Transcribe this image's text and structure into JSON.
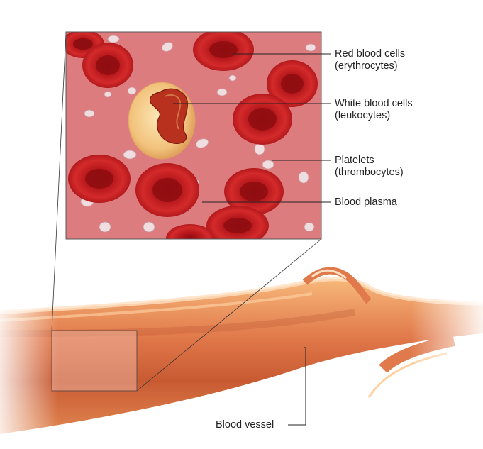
{
  "labels": {
    "red_blood_cells": {
      "line1": "Red blood cells",
      "line2": "(erythrocytes)"
    },
    "white_blood_cells": {
      "line1": "White blood cells",
      "line2": "(leukocytes)"
    },
    "platelets": {
      "line1": "Platelets",
      "line2": "(thrombocytes)"
    },
    "blood_plasma": {
      "line1": "Blood plasma"
    },
    "blood_vessel": {
      "line1": "Blood vessel"
    }
  },
  "colors": {
    "plasma": "#dd7c7e",
    "rbc": "#c8181c",
    "rbc_dark": "#8e0d10",
    "wbc": "#f5d08a",
    "wbc_nucleus": "#b8301e",
    "platelet": "#f0dde0",
    "vessel_outer": "#f4a464",
    "vessel_inner": "#c85a32"
  }
}
